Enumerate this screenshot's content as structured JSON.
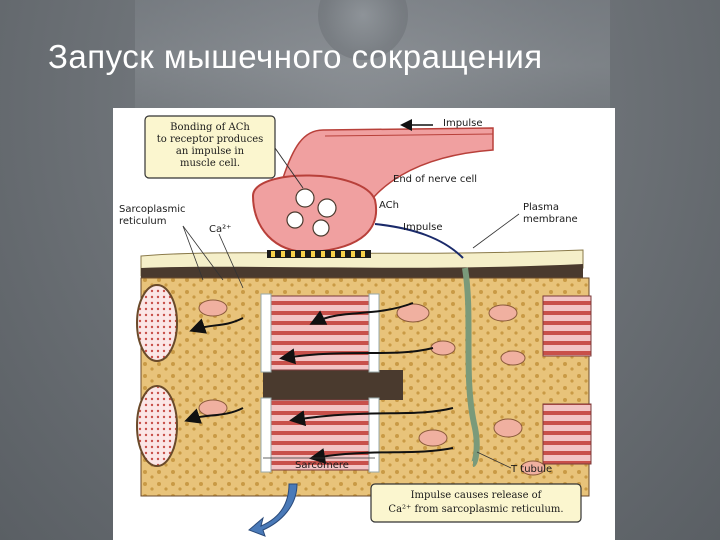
{
  "slide": {
    "title": "Запуск мышечного сокращения"
  },
  "diagram": {
    "labels": {
      "callout_top_line1": "Bonding of ACh",
      "callout_top_line2": "to receptor produces",
      "callout_top_line3": "an impulse in",
      "callout_top_line4": "muscle cell.",
      "impulse_top": "Impulse",
      "end_of_nerve_cell": "End of nerve cell",
      "sarcoplasmic_line1": "Sarcoplasmic",
      "sarcoplasmic_line2": "reticulum",
      "ca_ion": "Ca²⁺",
      "ach": "ACh",
      "impulse_mid": "Impulse",
      "plasma_line1": "Plasma",
      "plasma_line2": "membrane",
      "t_tubule": "T tubule",
      "sarcomere": "Sarcomere",
      "callout_bottom_line1": "Impulse causes release of",
      "callout_bottom_line2": "Ca²⁺ from sarcoplasmic reticulum."
    },
    "colors": {
      "cytoplasm": "#e8c37a",
      "cytoplasm_dark": "#c99a45",
      "muscle_pink": "#e8a0a0",
      "muscle_red": "#c8504a",
      "nerve": "#f0a0a0",
      "nerve_dark": "#b8403a",
      "membrane": "#f5efc9",
      "dark_band": "#4a3a2e",
      "tubule": "#7a9a7a",
      "callout_bg": "#fbf6cf",
      "arrow_blue": "#4a7ab8"
    }
  }
}
